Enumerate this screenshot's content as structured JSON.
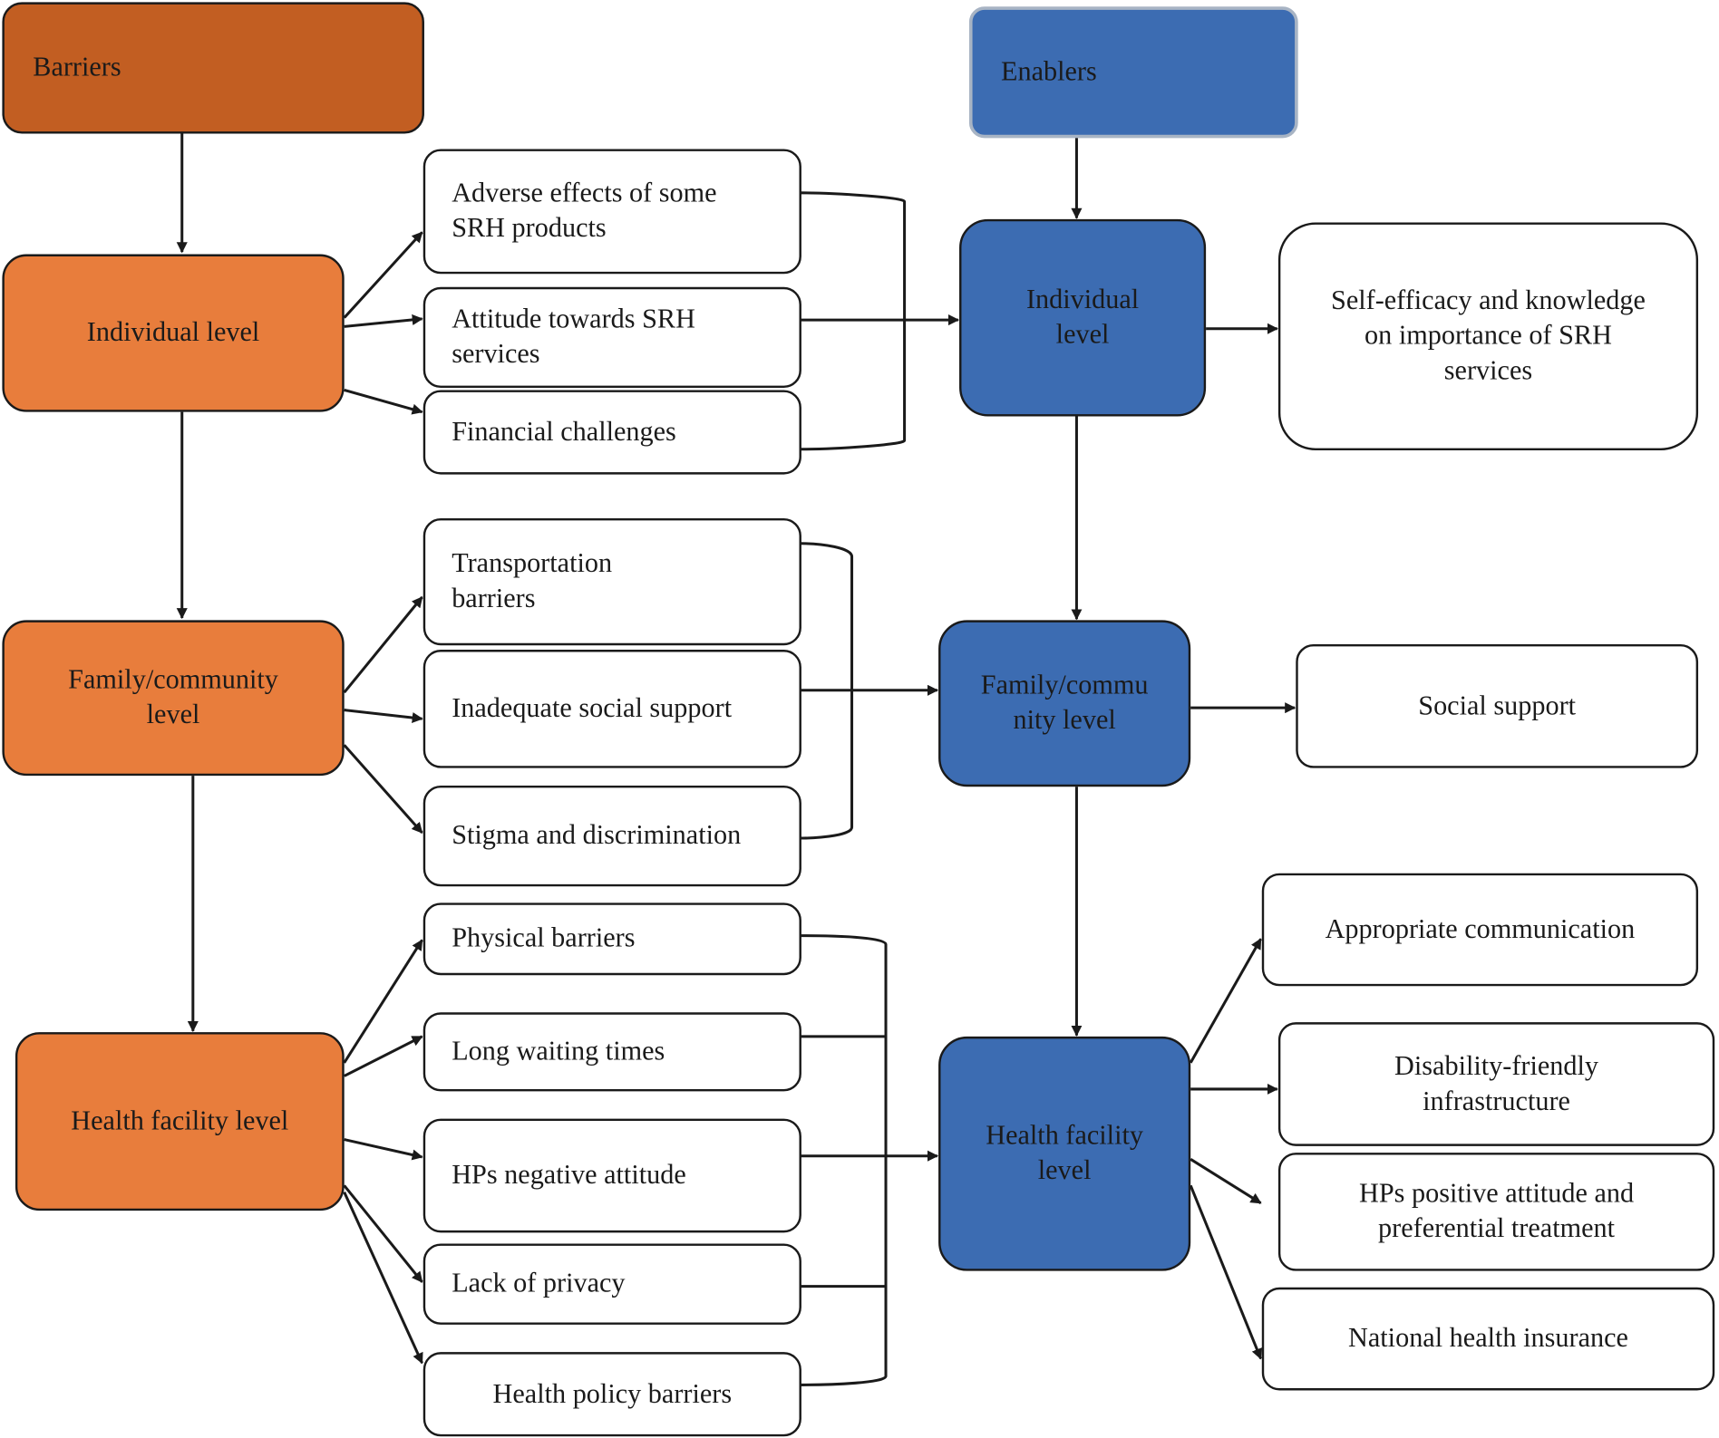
{
  "headers": {
    "barriers": "Barriers",
    "enablers": "Enablers"
  },
  "barrier_levels": {
    "individual": "Individual level",
    "family": "Family/community\nlevel",
    "health": "Health facility level"
  },
  "enabler_levels": {
    "individual": "Individual\nlevel",
    "family": "Family/commu\nnity level",
    "health": "Health facility\nlevel"
  },
  "barriers": {
    "individual": [
      "Adverse effects of  some\nSRH products",
      "Attitude towards SRH\nservices",
      "Financial challenges"
    ],
    "family": [
      "Transportation\nbarriers",
      "Inadequate social support",
      "Stigma and discrimination"
    ],
    "health": [
      "Physical barriers",
      "Long waiting times",
      "HPs negative attitude",
      "Lack of privacy",
      "Health policy barriers"
    ]
  },
  "enablers": {
    "individual": [
      "Self-efficacy and knowledge\non importance of SRH\nservices"
    ],
    "family": [
      "Social support"
    ],
    "health": [
      "Appropriate communication",
      "Disability-friendly\ninfrastructure",
      "HPs positive attitude and\npreferential treatment",
      "National health insurance"
    ]
  },
  "colors": {
    "barriers_header": "#c25e22",
    "barrier_level": "#e87d3c",
    "enabler_level": "#3c6cb2",
    "line": "#1a1a1a"
  }
}
